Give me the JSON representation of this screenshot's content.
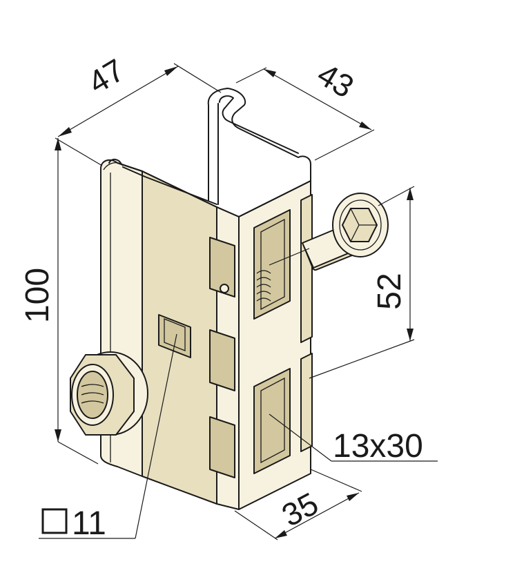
{
  "dimensions": {
    "top_width": "47",
    "top_depth": "43",
    "height": "100",
    "bolt_spacing": "52",
    "slot_size": "13x30",
    "base_width": "35",
    "square_hole": "11"
  },
  "colors": {
    "steel_light": "#f7f2df",
    "steel_mid": "#e8dfbf",
    "steel_dark": "#d2c79e",
    "line": "#1a1a1a"
  },
  "icons": {
    "square_hole_symbol": "square-symbol-icon"
  }
}
